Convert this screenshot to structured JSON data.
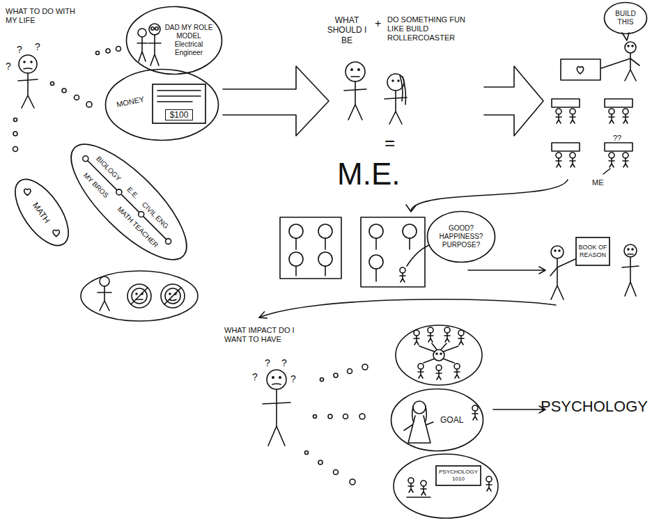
{
  "diagram": {
    "nodes": [
      {
        "text": [
          "DAD MY ROLE MODEL",
          "Electrical Engineer"
        ]
      },
      {
        "text": [
          "MONEY"
        ]
      },
      {
        "text": [
          "$100"
        ],
        "in": 1
      },
      {
        "text": [
          "BIOLOGY",
          "E.E.",
          "CIVIL ENG",
          "MATH TEACHER",
          "MY BROS"
        ]
      },
      {
        "text": [
          "MATH"
        ]
      },
      {
        "text": [
          "BUILD THIS"
        ]
      },
      {
        "text": [
          "GOOD? HAPPINESS? PURPOSE?"
        ]
      },
      {
        "text": [
          "BOOK OF REASON"
        ]
      },
      {
        "text": [
          "GOAL"
        ]
      },
      {
        "text": [
          "PSYCHOLOGY 1010"
        ]
      }
    ],
    "labels": [
      "WHAT TO DO WITH MY LIFE",
      "?",
      "?",
      "?",
      "WHAT SHOULD I BE",
      "+",
      "DO SOMETHING FUN LIKE BUILD ROLLERCOASTER",
      "=",
      "M.E.",
      "??",
      "ME",
      "WHAT IMPACT DO I WANT TO HAVE",
      "?",
      "?",
      "?",
      "?",
      "PSYCHOLOGY"
    ]
  }
}
